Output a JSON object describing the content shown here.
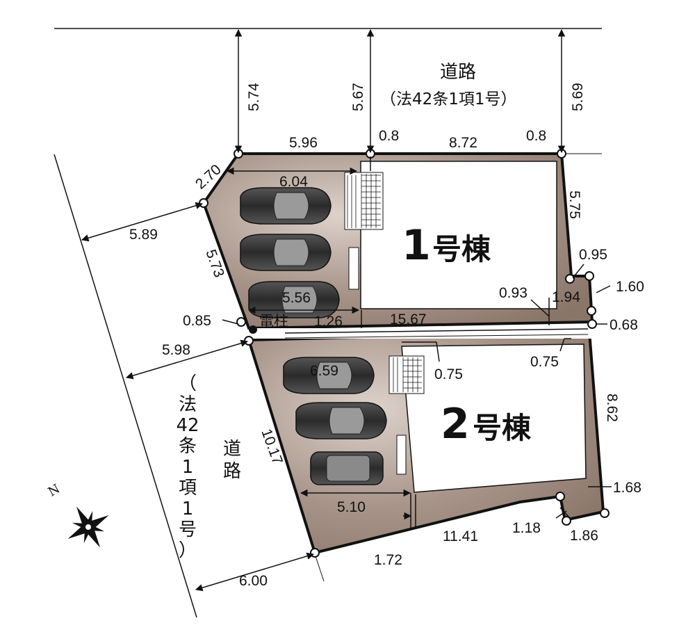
{
  "colors": {
    "lot_fill": "#8f7a6e",
    "lot_fill_light": "#c9bbb2",
    "building_fill": "#ffffff",
    "outline": "#111111",
    "car_body": "#3d3d3d"
  },
  "roads": {
    "north": {
      "line1": "道路",
      "line2": "（法42条1項1号）"
    },
    "west": {
      "col1": [
        "（",
        "法",
        "42",
        "条",
        "1",
        "項",
        "1",
        "号",
        "）"
      ],
      "col2": [
        "道",
        "路"
      ]
    }
  },
  "buildings": {
    "b1": {
      "number": "1",
      "suffix": "号棟"
    },
    "b2": {
      "number": "2",
      "suffix": "号棟"
    }
  },
  "labels": {
    "pole": "電柱",
    "compass": "N"
  },
  "dimensions": {
    "road_top_left": "5.74",
    "road_top_mid": "5.67",
    "road_top_right": "5.69",
    "top_left_seg": "5.96",
    "top_mid_seg": "8.72",
    "top_gap_left": "0.8",
    "top_gap_right": "0.8",
    "corner_cut": "2.70",
    "parking1_width": "6.04",
    "west_road1": "5.89",
    "west_side1": "5.73",
    "parking1_lower": "5.56",
    "pole_offset": "0.85",
    "pole_gap": "1.26",
    "divider_len": "15.67",
    "east_upper": "5.75",
    "notch_a": "0.95",
    "notch_b": "1.60",
    "notch_c": "0.93",
    "notch_d": "1.94",
    "notch_e": "0.68",
    "west_road2": "5.98",
    "parking2_width": "6.59",
    "setback_a": "0.75",
    "setback_b": "0.75",
    "east_lower": "8.62",
    "west_side2": "10.17",
    "parking2_lower": "5.10",
    "corner_a": "1.68",
    "corner_b": "1.18",
    "corner_c": "1.86",
    "bottom_seg": "11.41",
    "bottom_small": "1.72",
    "west_road3": "6.00"
  }
}
